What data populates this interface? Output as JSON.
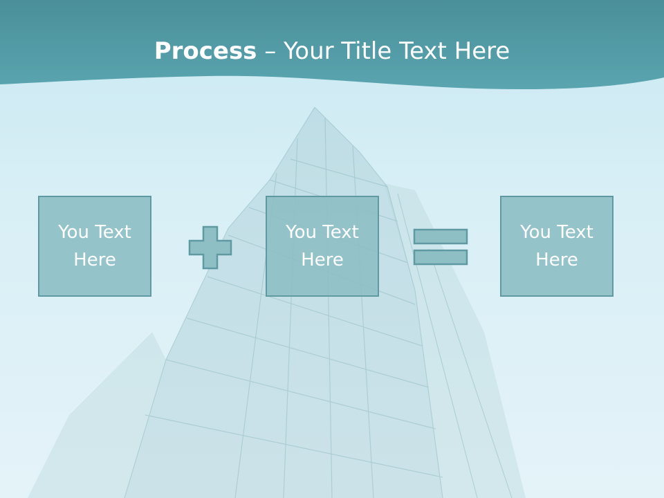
{
  "title": {
    "bold_part": "Process",
    "rest_part": " – Your Title Text Here"
  },
  "boxes": [
    {
      "text": "You Text Here"
    },
    {
      "text": "You Text Here"
    },
    {
      "text": "You Text Here"
    }
  ],
  "colors": {
    "header": "#3d8f99",
    "box_fill": "#8ebfc5",
    "box_border": "#5f9aa2",
    "operator_fill": "#8ebfc5"
  },
  "icons": {
    "plus": "plus-icon",
    "equals": "equals-icon"
  }
}
